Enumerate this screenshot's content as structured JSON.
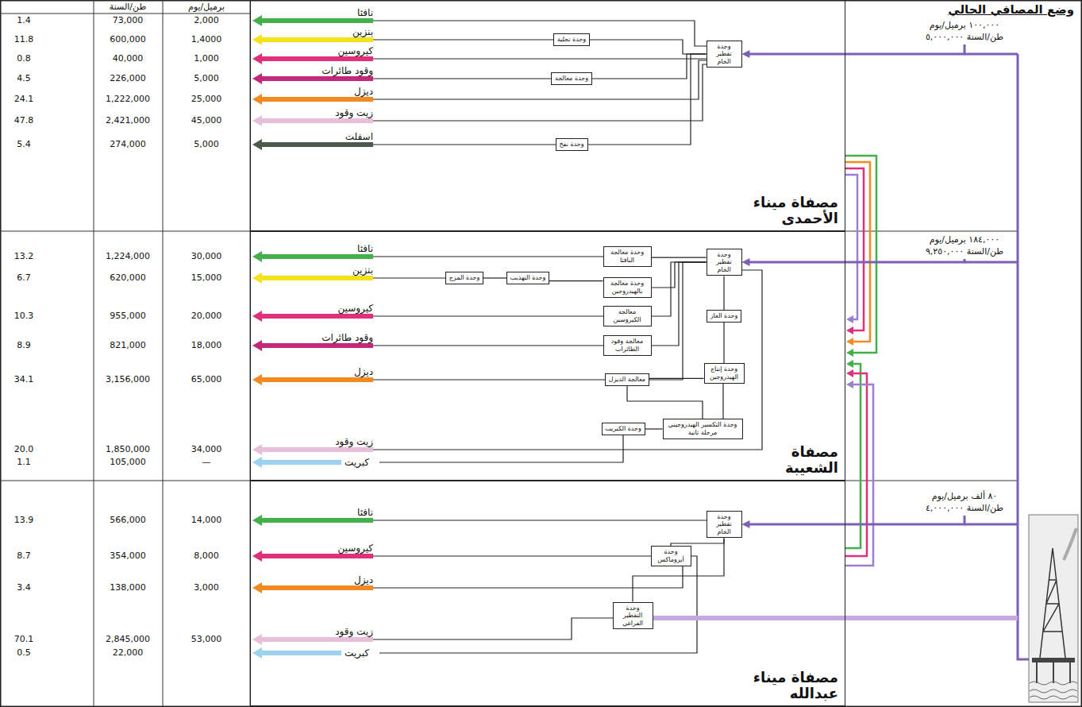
{
  "diagram": {
    "title": "وضع المصافي الحالي",
    "nodes": [
      {
        "text": [
          "مصفاة ميناء الأحمدى"
        ]
      },
      {
        "text": [
          "وحدة تقطير الخام"
        ],
        "in": 0
      },
      {
        "text": [
          "وحدة تحلية"
        ],
        "in": 0
      },
      {
        "text": [
          "وحدة معالجة"
        ],
        "in": 0
      },
      {
        "text": [
          "وحدة نفخ"
        ],
        "in": 0
      },
      {
        "text": [
          "مصفاة الشعيبة"
        ]
      },
      {
        "text": [
          "وحدة تقطير الخام"
        ],
        "in": 5
      },
      {
        "text": [
          "وحدة الغاز"
        ],
        "in": 5
      },
      {
        "text": [
          "وحدة إنتاج الهيدروجين"
        ],
        "in": 5
      },
      {
        "text": [
          "وحدة معالجة النافثا"
        ],
        "in": 5
      },
      {
        "text": [
          "وحدة معالجة بالهيدروجين"
        ],
        "in": 5
      },
      {
        "text": [
          "معالجة الكيروسين"
        ],
        "in": 5
      },
      {
        "text": [
          "معالجة وقود الطائرات"
        ],
        "in": 5
      },
      {
        "text": [
          "معالجة الديزل"
        ],
        "in": 5
      },
      {
        "text": [
          "وحدة التهذيب"
        ],
        "in": 5
      },
      {
        "text": [
          "وحدة المزج"
        ],
        "in": 5
      },
      {
        "text": [
          "وحدة الكبريت"
        ],
        "in": 5
      },
      {
        "text": [
          "وحدة التكسير الهيدروجيني مرحلة ثانية"
        ],
        "in": 5
      },
      {
        "text": [
          "مصفاة ميناء عبدالله"
        ]
      },
      {
        "text": [
          "وحدة تقطير الخام"
        ],
        "in": 18
      },
      {
        "text": [
          "وحدة أيزوماكس"
        ],
        "in": 18
      },
      {
        "text": [
          "وحدة التقطير الفراغي"
        ],
        "in": 18
      },
      {
        "text": [
          "١٠٠,٠٠٠ برميل/يوم",
          "طن/السنة ٥,٠٠٠,٠٠٠"
        ]
      },
      {
        "text": [
          "١٨٤,٠٠٠ برميل/يوم",
          "طن/السنة ٩,٢٥٠,٠٠٠"
        ]
      },
      {
        "text": [
          "٨٠ ألف برميل/يوم",
          "طن/السنة ٤,٠٠٠,٠٠٠"
        ]
      }
    ],
    "edges": [
      {
        "from": 22,
        "to": 1,
        "arrow": "to"
      },
      {
        "from": 1,
        "to": 2,
        "arrow": "none"
      },
      {
        "from": 1,
        "to": 3,
        "arrow": "none"
      },
      {
        "from": 1,
        "to": 4,
        "arrow": "none"
      },
      {
        "from": 23,
        "to": 6,
        "arrow": "to"
      },
      {
        "from": 6,
        "to": 9,
        "arrow": "none"
      },
      {
        "from": 6,
        "to": 10,
        "arrow": "none"
      },
      {
        "from": 10,
        "to": 14,
        "arrow": "none"
      },
      {
        "from": 14,
        "to": 15,
        "arrow": "none"
      },
      {
        "from": 6,
        "to": 11,
        "arrow": "none"
      },
      {
        "from": 6,
        "to": 12,
        "arrow": "none"
      },
      {
        "from": 6,
        "to": 13,
        "arrow": "none"
      },
      {
        "from": 6,
        "to": 7,
        "arrow": "none"
      },
      {
        "from": 7,
        "to": 8,
        "arrow": "none"
      },
      {
        "from": 8,
        "to": 13,
        "arrow": "none"
      },
      {
        "from": 8,
        "to": 17,
        "arrow": "none"
      },
      {
        "from": 17,
        "to": 16,
        "arrow": "none"
      },
      {
        "from": 17,
        "to": 13,
        "arrow": "none"
      },
      {
        "from": 24,
        "to": 19,
        "arrow": "to"
      },
      {
        "from": 19,
        "to": 20,
        "arrow": "none"
      },
      {
        "from": 19,
        "to": 21,
        "arrow": "none"
      }
    ],
    "labels": [
      "طن/السنة",
      "برميل/يوم",
      "1.4",
      "73,000",
      "2,000",
      "نافثا",
      "11.8",
      "600,000",
      "1,4000",
      "بنزين",
      "0.8",
      "40,000",
      "1,000",
      "كيروسين",
      "4.5",
      "226,000",
      "5,000",
      "وقود طائرات",
      "24.1",
      "1,222,000",
      "25,000",
      "ديزل",
      "47.8",
      "2,421,000",
      "45,000",
      "زيت وقود",
      "5.4",
      "274,000",
      "5,000",
      "اسفلت",
      "13.2",
      "1,224,000",
      "30,000",
      "نافثا",
      "6.7",
      "620,000",
      "15,000",
      "بنزين",
      "10.3",
      "955,000",
      "20,000",
      "كيروسين",
      "8.9",
      "821,000",
      "18,000",
      "وقود طائرات",
      "34.1",
      "3,156,000",
      "65,000",
      "ديزل",
      "20.0",
      "1,850,000",
      "34,000",
      "زيت وقود",
      "1.1",
      "105,000",
      "—",
      "كبريت",
      "13.9",
      "566,000",
      "14,000",
      "نافثا",
      "8.7",
      "354,000",
      "8,000",
      "كيروسين",
      "3.4",
      "138,000",
      "3,000",
      "ديزل",
      "70.1",
      "2,845,000",
      "53,000",
      "زيت وقود",
      "0.5",
      "22,000",
      "كبريت"
    ]
  }
}
